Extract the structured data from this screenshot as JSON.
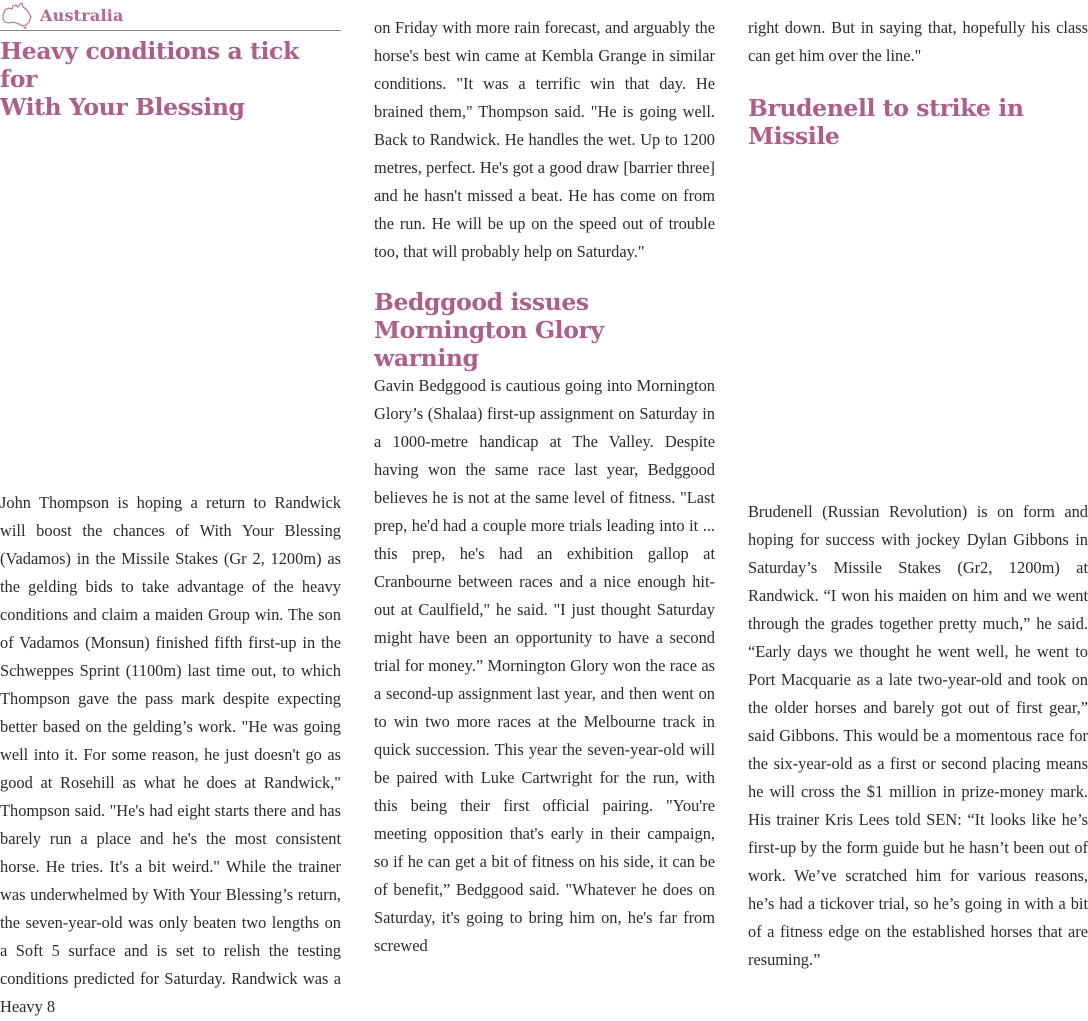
{
  "section": {
    "label": "Australia",
    "icon": "australia-map-icon",
    "accent_color": "#ad5f8a"
  },
  "articles": [
    {
      "headline_lines": [
        "Heavy conditions a tick for",
        "With Your Blessing"
      ],
      "body_col1": "John Thompson is hoping a return to Randwick will boost the chances of With Your Blessing (Vadamos) in the Missile Stakes (Gr 2, 1200m) as the gelding bids to take advantage of the heavy conditions and claim a maiden Group win. The son of Vadamos (Monsun) finished fifth first-up in the Schweppes Sprint (1100m) last time out, to which Thompson gave the pass mark despite expecting better based on the gelding’s work. \"He was going well into it. For some reason, he just doesn't go as good at Rosehill as what he does at Randwick,\" Thompson said. \"He's had eight starts there and has barely run a place and he's the most consistent horse. He tries. It's a bit weird.\" While the trainer was underwhelmed by With Your Blessing’s return, the seven-year-old was only beaten two lengths on a Soft 5 surface and is set to relish the testing conditions predicted for Saturday. Randwick was a Heavy 8",
      "body_col2": "on Friday with more rain forecast, and arguably the horse's best win came at Kembla Grange in similar conditions. \"It was a terrific win that day. He brained them,\" Thompson said. \"He is going well. Back to Randwick. He handles the wet. Up to 1200 metres, perfect. He's got a good draw [barrier three] and he hasn't missed a beat. He has come on from the run. He will be up on the speed out of trouble too, that will probably help on Saturday.\""
    },
    {
      "headline_lines": [
        "Bedggood issues",
        "Mornington Glory warning"
      ],
      "body_col2": "Gavin Bedggood is cautious going into Mornington Glory’s (Shalaa) first-up assignment on Saturday in a 1000-metre handicap at The Valley. Despite having won the same race last year, Bedggood believes he is not at the same level of fitness. \"Last prep, he'd had a couple more trials leading into it ... this prep, he's had an exhibition gallop at Cranbourne between races and a nice enough hit-out at Caulfield,\" he said. \"I just thought Saturday might have been an opportunity to have a second trial for money.” Mornington Glory won the race as a second-up assignment last year, and then went on to win two more races at the Melbourne track in quick succession. This year the seven-year-old will be paired with Luke Cartwright for the run, with this being their first official pairing. \"You're meeting opposition that's early in their campaign, so if he can get a bit of fitness on his side, it can be of benefit,” Bedggood said. \"Whatever he does on Saturday, it's going to bring him on, he's far from screwed",
      "body_col3": "right down. But in saying that, hopefully his class can get him over the line.\""
    },
    {
      "headline_lines": [
        "Brudenell to strike in Missile"
      ],
      "body_col3": "Brudenell (Russian Revolution) is on form and hoping for success with jockey Dylan Gibbons in Saturday’s Missile Stakes (Gr2, 1200m) at Randwick. “I won his maiden on him and we went through the grades together pretty much,” he said. “Early days we thought he went well, he went to Port Macquarie as a late two-year-old and took on the older horses and barely got out of first gear,” said Gibbons. This would be a momentous race for the six-year-old as a first or second placing means he will cross the $1 million in prize-money mark. His trainer Kris Lees told SEN: “It looks like he’s first-up by the form guide but he hasn’t been out of work. We’ve scratched him for various reasons, he’s had a tickover trial, so he’s going in with a bit of a fitness edge on the established horses that are resuming.”"
    }
  ]
}
